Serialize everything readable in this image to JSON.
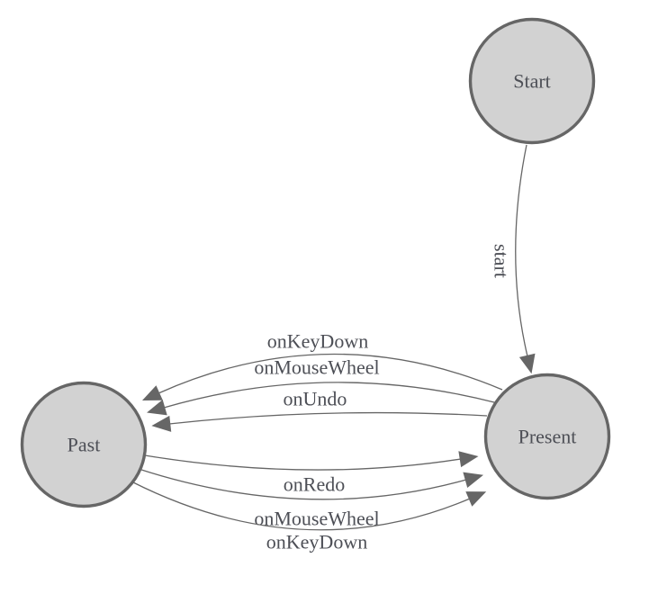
{
  "diagram": {
    "kind": "state-machine-graph",
    "background_color": "#ffffff",
    "node_fill_color": "#d2d2d2",
    "node_border_color": "#666666",
    "edge_color": "#666666",
    "arrowhead_color": "#666666",
    "label_color": "#4d4f56",
    "nodes": [
      {
        "id": "start",
        "label": "Start"
      },
      {
        "id": "present",
        "label": "Present"
      },
      {
        "id": "past",
        "label": "Past"
      }
    ],
    "edges": [
      {
        "from": "start",
        "to": "present",
        "label": "start"
      },
      {
        "from": "present",
        "to": "past",
        "label": "onKeyDown"
      },
      {
        "from": "present",
        "to": "past",
        "label": "onMouseWheel"
      },
      {
        "from": "present",
        "to": "past",
        "label": "onUndo"
      },
      {
        "from": "past",
        "to": "present",
        "label": "onRedo"
      },
      {
        "from": "past",
        "to": "present",
        "label": "onMouseWheel"
      },
      {
        "from": "past",
        "to": "present",
        "label": "onKeyDown"
      }
    ]
  }
}
